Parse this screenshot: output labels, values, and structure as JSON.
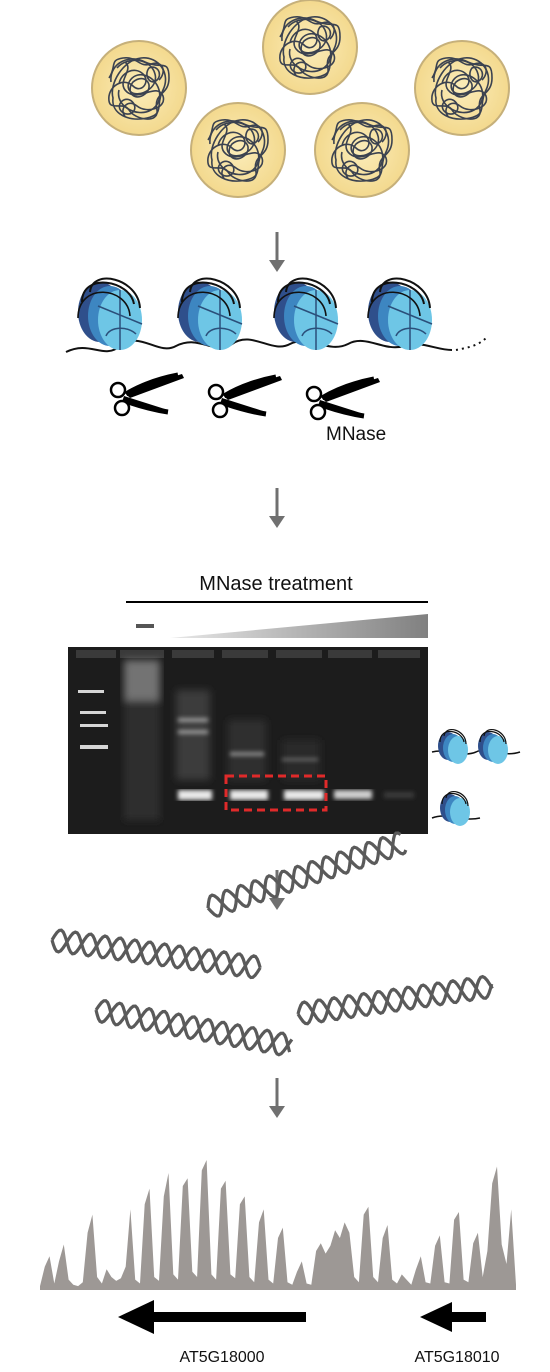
{
  "labels": {
    "enzyme": "MNase",
    "treatment": "MNase treatment",
    "control_lane_mark": "—"
  },
  "genes": [
    {
      "name": "AT5G18000",
      "direction": "left"
    },
    {
      "name": "AT5G18010",
      "direction": "left"
    }
  ],
  "colors": {
    "nucleus_fill": "#f8e3a5",
    "nucleus_stroke": "#c8b478",
    "chromatin": "#3b4250",
    "nucleosome_light": "#6ec6e6",
    "nucleosome_mid": "#3d86c1",
    "nucleosome_dark": "#2f4f8b",
    "arrow": "#707070",
    "dna_helix": "#5a5a5a",
    "gel_bg": "#1c1c1c",
    "gel_highlight": "#e02a2a",
    "coverage": "#9d9895"
  },
  "coverage_profile": [
    0.03,
    0.18,
    0.26,
    0.05,
    0.22,
    0.35,
    0.08,
    0.04,
    0.03,
    0.06,
    0.44,
    0.58,
    0.1,
    0.05,
    0.16,
    0.1,
    0.07,
    0.09,
    0.18,
    0.62,
    0.08,
    0.05,
    0.66,
    0.78,
    0.1,
    0.07,
    0.72,
    0.9,
    0.12,
    0.08,
    0.8,
    0.86,
    0.14,
    0.1,
    0.92,
    1.0,
    0.12,
    0.08,
    0.78,
    0.84,
    0.12,
    0.09,
    0.66,
    0.72,
    0.1,
    0.06,
    0.52,
    0.62,
    0.08,
    0.05,
    0.4,
    0.48,
    0.06,
    0.04,
    0.14,
    0.22,
    0.05,
    0.04,
    0.3,
    0.36,
    0.28,
    0.34,
    0.46,
    0.4,
    0.52,
    0.44,
    0.1,
    0.06,
    0.58,
    0.64,
    0.1,
    0.06,
    0.4,
    0.5,
    0.08,
    0.05,
    0.12,
    0.08,
    0.04,
    0.16,
    0.26,
    0.06,
    0.05,
    0.34,
    0.42,
    0.06,
    0.05,
    0.54,
    0.6,
    0.08,
    0.06,
    0.36,
    0.44,
    0.1,
    0.3,
    0.82,
    0.95,
    0.35,
    0.2,
    0.62,
    0.04
  ]
}
